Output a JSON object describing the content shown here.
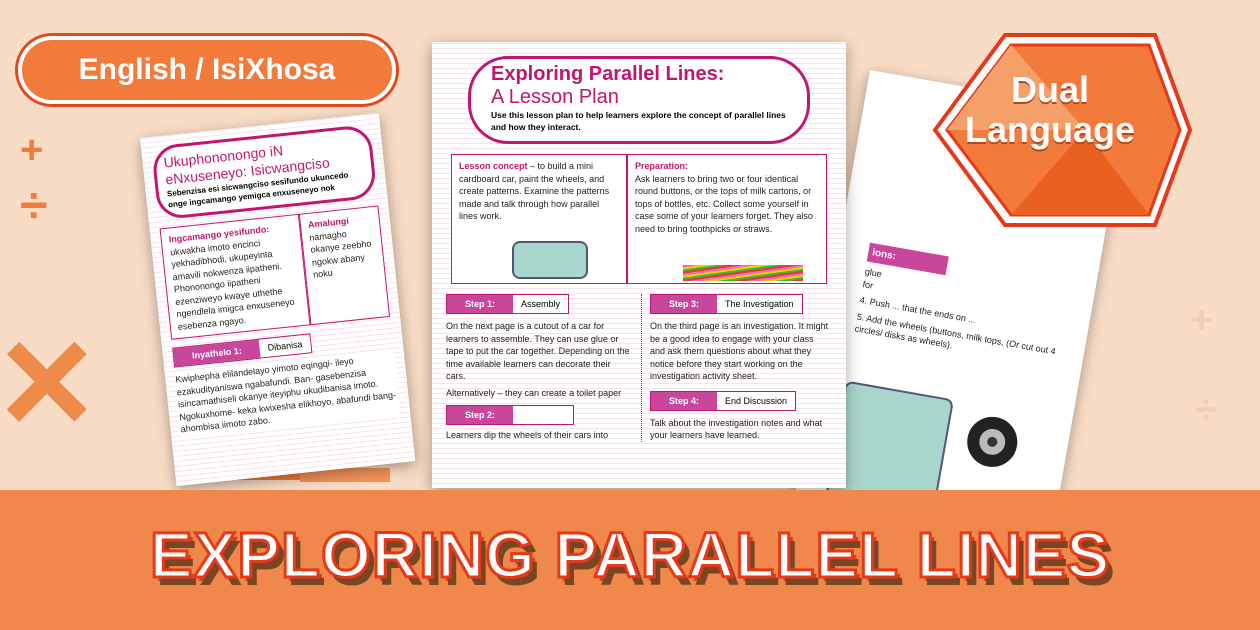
{
  "language_pill": "English / IsiXhosa",
  "badge": {
    "line1": "Dual",
    "line2": "Language"
  },
  "banner_title": "EXPLORING PARALLEL LINES",
  "center_doc": {
    "title": "Exploring Parallel Lines:",
    "subtitle": "A Lesson Plan",
    "intro": "Use this lesson plan to help learners explore the concept of parallel lines and how they interact.",
    "concept_label": "Lesson concept",
    "concept_text": " – to build a mini cardboard car, paint the wheels, and create patterns. Examine the patterns made and talk through how parallel lines work.",
    "prep_label": "Preparation:",
    "prep_text": "Ask learners to bring two or four identical round buttons, or the tops of milk cartons, or tops of bottles, etc. Collect some yourself in case some of your learners forget. They also need to bring toothpicks or straws.",
    "steps": [
      {
        "num": "Step 1:",
        "label": "Assembly",
        "text": "On the next page is a cutout of a car for learners to assemble. They can use glue or tape to put the car together. Depending on the time available learners can decorate their cars.",
        "text2": "Alternatively – they can create a toilet paper"
      },
      {
        "num": "Step 2:",
        "label": "",
        "text": "Learners dip the wheels of their cars into"
      },
      {
        "num": "Step 3:",
        "label": "The Investigation",
        "text": "On the third page is an investigation. It might be a good idea to engage with your class and ask them questions about what they notice before they start working on the investigation activity sheet."
      },
      {
        "num": "Step 4:",
        "label": "End Discussion",
        "text": "Talk about the investigation notes and what your learners have learned."
      }
    ]
  },
  "left_doc": {
    "title1": "Ukuphononongo iN",
    "title2": "eNxuseneyo: Isicwangciso",
    "intro": "Sebenzisa esi sicwangciso sesifundo ukuncedo onge ingcamango yemigca enxuseneyo nok",
    "concept_label": "Ingcamango yesifundo:",
    "concept_text": " ukwakha imoto encinci yekhadibhodi, ukupeyinta amavili nokwenza iipatheni. Phononongo iipatheni ezenziweyo kwaye uthethe ngendlela imigca enxuseneyo esebenza ngayo.",
    "prep_label": "Amalungi",
    "prep_text": "namagho okanye zeebho ngokw abany noku",
    "step_num": "Inyathelo 1:",
    "step_label": "Dibanisa",
    "step_text": "Kwiphepha elilandelayo yimoto eqingqi- ileyo ezakudityaniswa ngabafundi. Ban- gasebenzisa isincamathiseli okanye iteyiphu ukudibanisa imoto. Ngokuxhome- keka kwixesha elikhoyo, abafundi bang- ahombisa iimoto zabo."
  },
  "right_doc": {
    "header": "ions:",
    "frag1": "glue",
    "frag2": "for",
    "item4": "4. Push ... that the ends on ...",
    "item5": "5. Add the wheels (buttons, milk tops, (Or cut out 4 circles/ disks as wheels)."
  },
  "colors": {
    "accent_orange": "#f0884b",
    "magenta": "#c0166f",
    "background": "#f8dcc6",
    "title_stroke": "#e5391a",
    "shadow_brown": "#7a4523"
  }
}
